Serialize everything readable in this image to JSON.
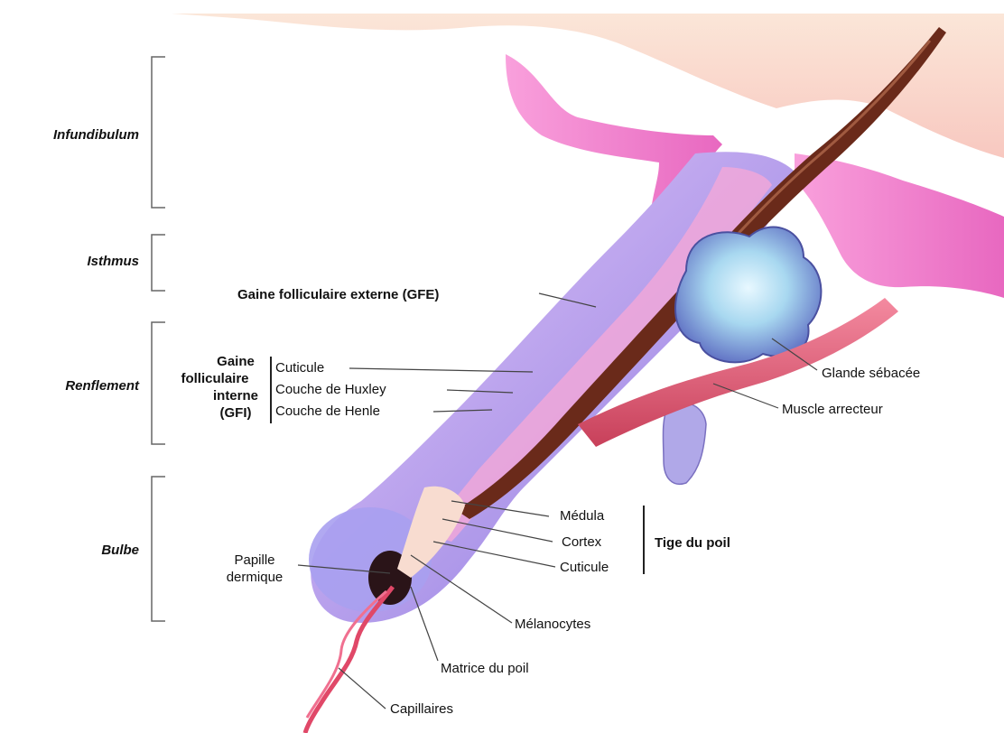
{
  "regions": {
    "infundibulum": "Infundibulum",
    "isthmus": "Isthmus",
    "renflement": "Renflement",
    "bulbe": "Bulbe"
  },
  "labels": {
    "gfe": "Gaine folliculaire externe (GFE)",
    "gfi_line1": "Gaine",
    "gfi_line2": "folliculaire",
    "gfi_line3": "interne",
    "gfi_line4": "(GFI)",
    "cuticule_gfi": "Cuticule",
    "huxley": "Couche de Huxley",
    "henle": "Couche de Henle",
    "glande": "Glande sébacée",
    "muscle": "Muscle arrecteur",
    "medula": "Médula",
    "cortex": "Cortex",
    "cuticule_tige": "Cuticule",
    "tige": "Tige du poil",
    "papille_line1": "Papille",
    "papille_line2": "dermique",
    "melanocytes": "Mélanocytes",
    "matrice": "Matrice du poil",
    "capillaires": "Capillaires"
  },
  "colors": {
    "skin_pink": "#f07ac8",
    "sheath_purple": "#b898f0",
    "hair_shaft": "#6a2a1a",
    "gland_blue": "#7a88d8",
    "muscle_red": "#e05a78",
    "skin_top": "#f8dcc8"
  }
}
